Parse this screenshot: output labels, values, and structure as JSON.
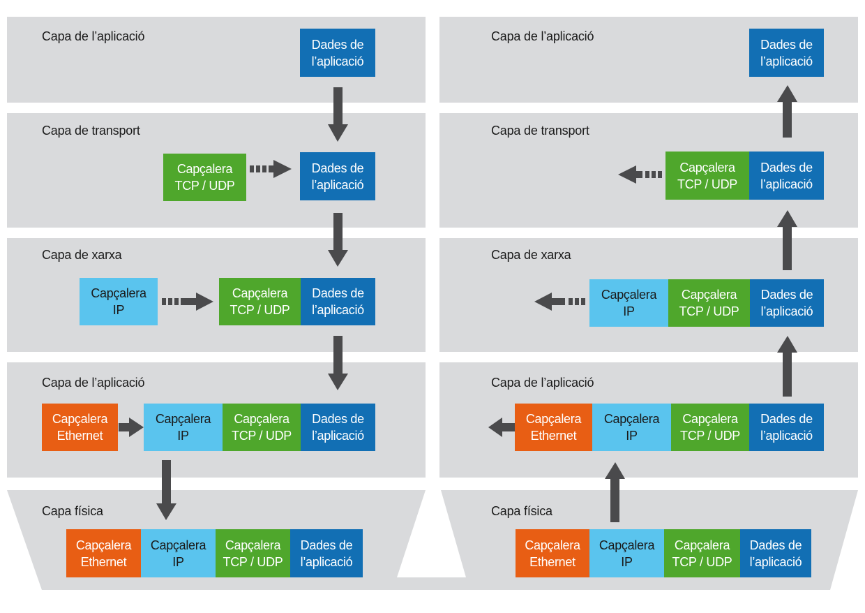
{
  "colors": {
    "band": "#d9dadc",
    "arrow": "#4a4a4c",
    "app_data": "#126fb4",
    "tcp_udp_header": "#4fa72c",
    "ip_header": "#5ac4ee",
    "ethernet_header": "#e85e14"
  },
  "block_labels": {
    "app_data": "Dades de\nl’aplicació",
    "tcp_udp_header": "Capçalera\nTCP / UDP",
    "ip_header": "Capçalera\nIP",
    "ethernet_header": "Capçalera\nEthernet"
  },
  "sender": {
    "direction": "encapsulation (down)",
    "layers": [
      {
        "label": "Capa de l’aplicació",
        "blocks": [
          "app_data"
        ]
      },
      {
        "label": "Capa de transport",
        "added_header": "tcp_udp_header",
        "blocks": [
          "tcp_udp_header",
          "app_data"
        ]
      },
      {
        "label": "Capa de xarxa",
        "added_header": "ip_header",
        "blocks": [
          "ip_header",
          "tcp_udp_header",
          "app_data"
        ]
      },
      {
        "label": "Capa de l’aplicació",
        "added_header": "ethernet_header",
        "blocks": [
          "ethernet_header",
          "ip_header",
          "tcp_udp_header",
          "app_data"
        ]
      },
      {
        "label": "Capa física",
        "blocks": [
          "ethernet_header",
          "ip_header",
          "tcp_udp_header",
          "app_data"
        ]
      }
    ]
  },
  "receiver": {
    "direction": "decapsulation (up)",
    "layers": [
      {
        "label": "Capa de l’aplicació",
        "blocks": [
          "app_data"
        ]
      },
      {
        "label": "Capa de transport",
        "removed_header": "tcp_udp_header",
        "blocks": [
          "tcp_udp_header",
          "app_data"
        ]
      },
      {
        "label": "Capa de xarxa",
        "removed_header": "ip_header",
        "blocks": [
          "ip_header",
          "tcp_udp_header",
          "app_data"
        ]
      },
      {
        "label": "Capa de l’aplicació",
        "removed_header": "ethernet_header",
        "blocks": [
          "ethernet_header",
          "ip_header",
          "tcp_udp_header",
          "app_data"
        ]
      },
      {
        "label": "Capa física",
        "blocks": [
          "ethernet_header",
          "ip_header",
          "tcp_udp_header",
          "app_data"
        ]
      }
    ]
  }
}
